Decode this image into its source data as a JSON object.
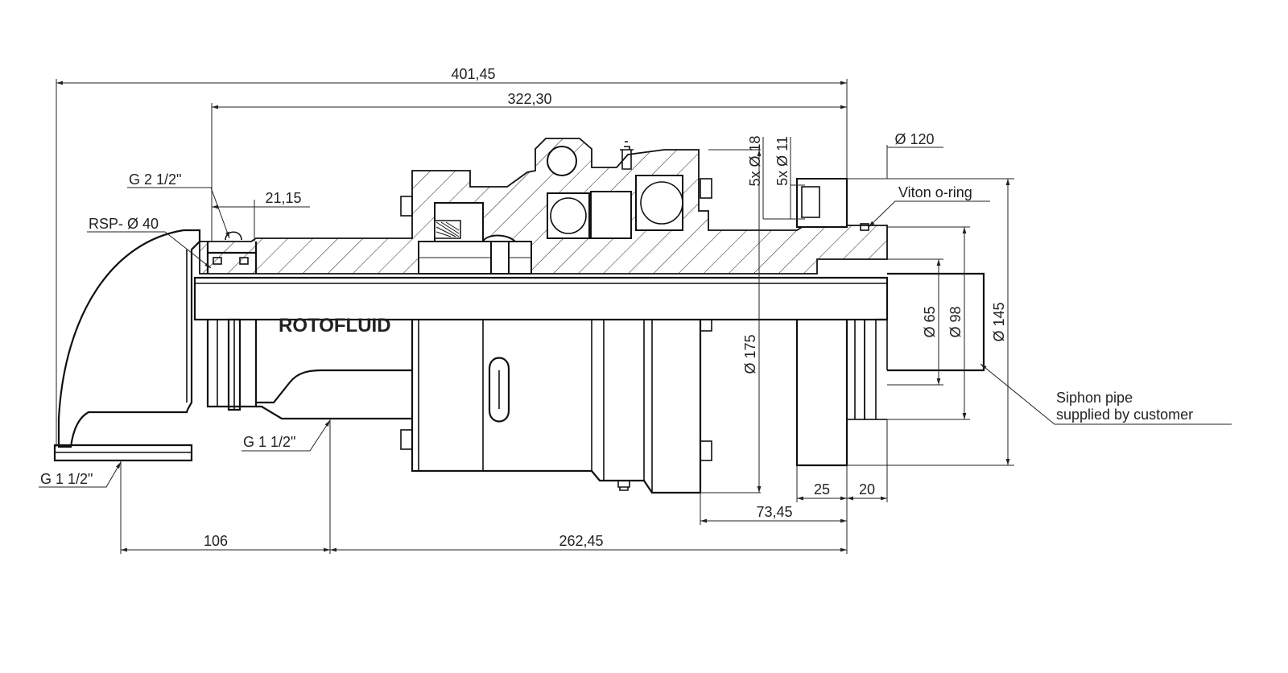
{
  "dimensions": {
    "overall_length": "401,45",
    "body_length": "322,30",
    "thread_offset": "21,15",
    "dia_120": "Ø 120",
    "holes_18": "5x Ø 18",
    "holes_11": "5x Ø 11",
    "dia_175": "Ø 175",
    "dia_65": "Ø 65",
    "dia_98": "Ø 98",
    "dia_145": "Ø 145",
    "len_25": "25",
    "len_20": "20",
    "len_73_45": "73,45",
    "len_106": "106",
    "len_262_45": "262,45"
  },
  "labels": {
    "g_2_1_2": "G 2 1/2\"",
    "rsp_40": "RSP- Ø 40",
    "viton": "Viton o-ring",
    "g_1_1_2_side": "G 1 1/2\"",
    "g_1_1_2_bottom": "G 1 1/2\"",
    "siphon_line1": "Siphon pipe",
    "siphon_line2": "supplied by customer",
    "brand": "ROTOFLUID"
  }
}
